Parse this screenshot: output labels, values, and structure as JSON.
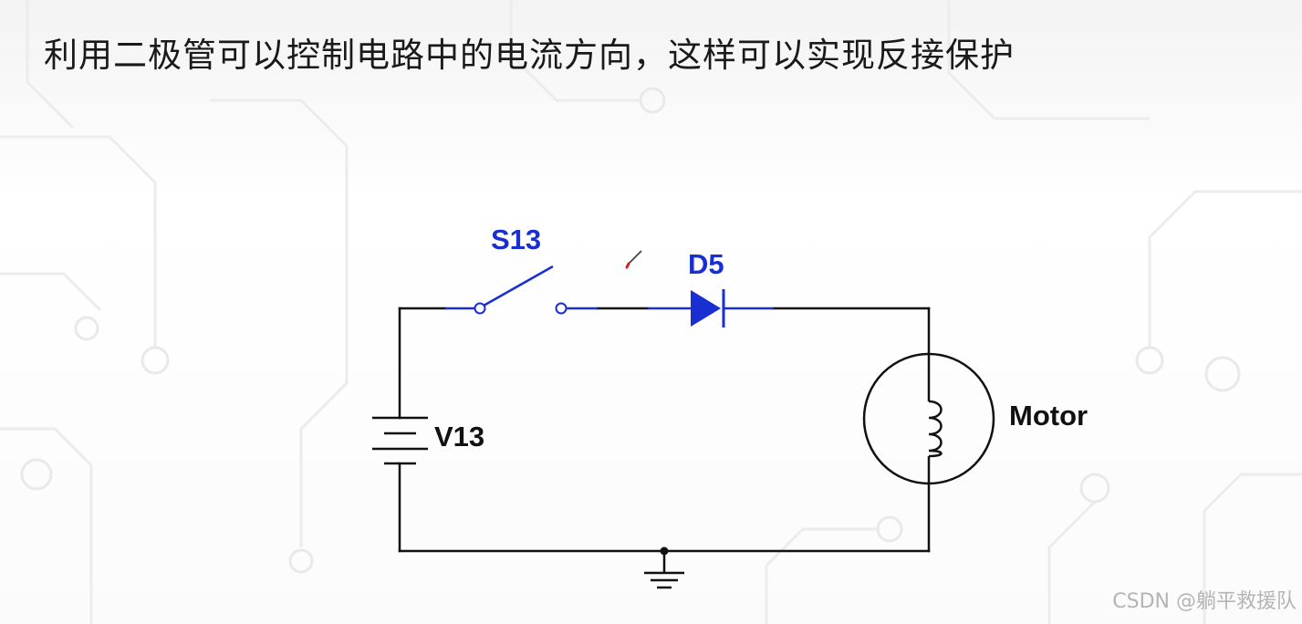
{
  "slide": {
    "title": "利用二极管可以控制电路中的电流方向，这样可以实现反接保护"
  },
  "circuit": {
    "components": [
      {
        "type": "switch",
        "label": "S13"
      },
      {
        "type": "diode",
        "label": "D5"
      },
      {
        "type": "battery",
        "label": "V13"
      },
      {
        "type": "motor",
        "label": "Motor"
      },
      {
        "type": "ground",
        "label": ""
      }
    ],
    "colors": {
      "wire": "#111111",
      "highlight": "#1a2fd1",
      "pointer": "#cc2222"
    }
  },
  "watermark": {
    "text": "CSDN @躺平救援队"
  }
}
